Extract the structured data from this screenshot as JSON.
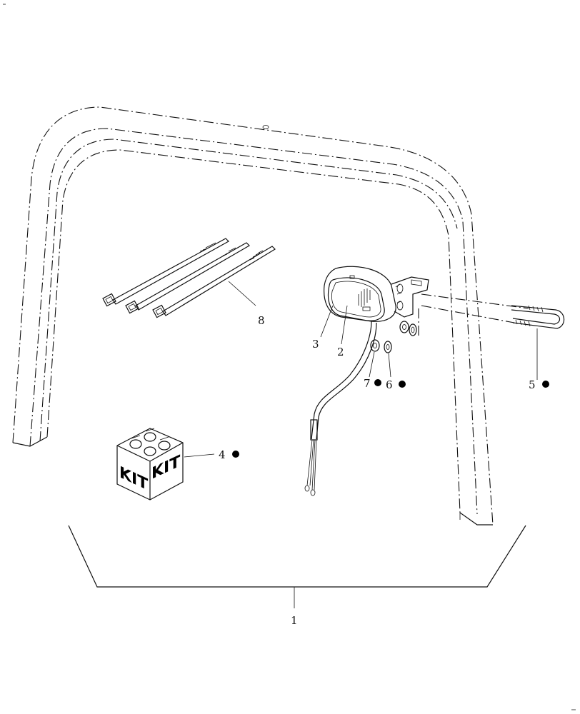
{
  "callouts": {
    "c1": "1",
    "c2": "2",
    "c3": "3",
    "c4": "4",
    "c5": "5",
    "c6": "6",
    "c7": "7",
    "c8": "8"
  },
  "kit": {
    "left_label": "KIT",
    "right_label": "KIT"
  },
  "colors": {
    "line": "#111111",
    "background": "#ffffff"
  }
}
